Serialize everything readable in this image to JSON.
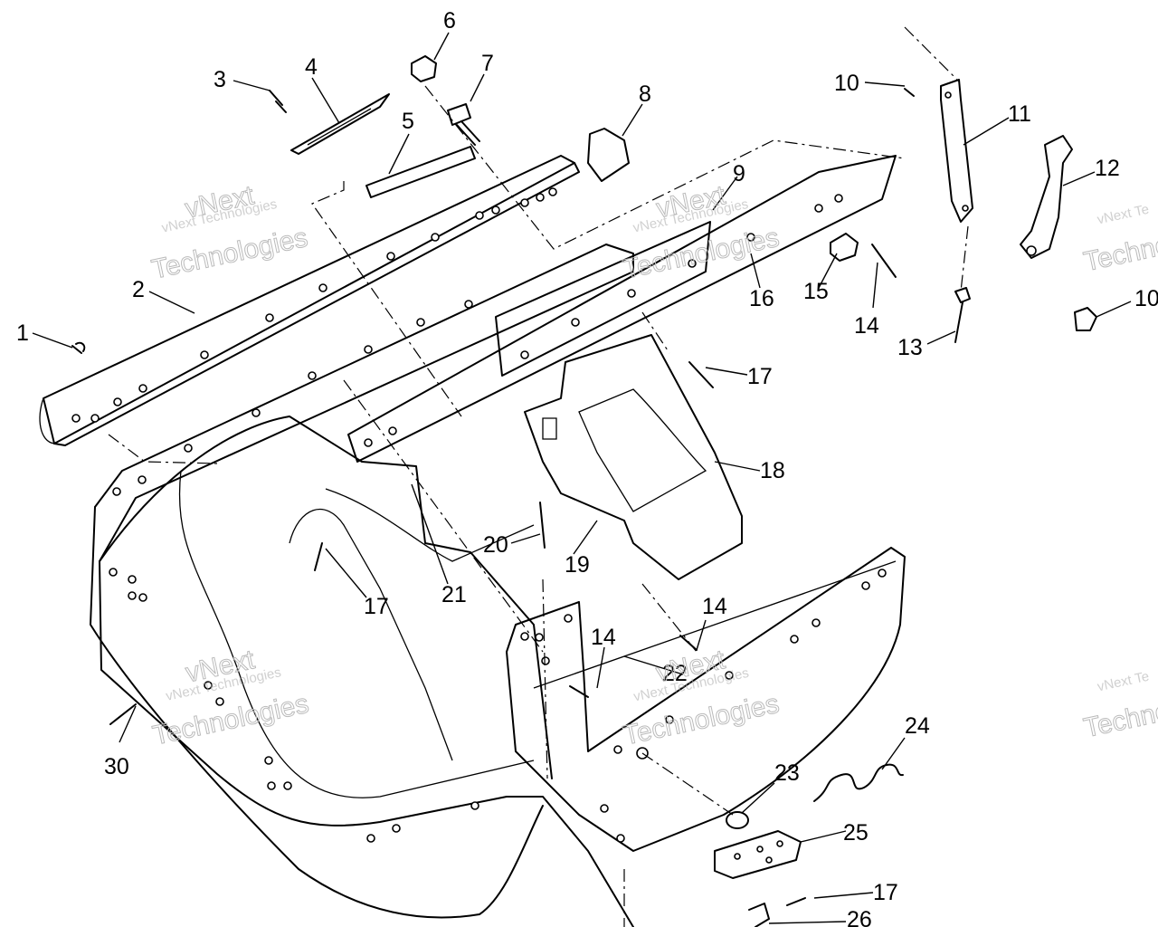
{
  "watermark": {
    "brand_line": "vNext Technologies",
    "word1": "vNext",
    "word2": "Technologies",
    "partial_line": "vNext Te",
    "partial_word": "Techno"
  },
  "callouts": [
    {
      "id": "c1",
      "label": "1"
    },
    {
      "id": "c2",
      "label": "2"
    },
    {
      "id": "c3",
      "label": "3"
    },
    {
      "id": "c4",
      "label": "4"
    },
    {
      "id": "c5",
      "label": "5"
    },
    {
      "id": "c6",
      "label": "6"
    },
    {
      "id": "c7",
      "label": "7"
    },
    {
      "id": "c8",
      "label": "8"
    },
    {
      "id": "c9",
      "label": "9"
    },
    {
      "id": "c10a",
      "label": "10"
    },
    {
      "id": "c10b",
      "label": "10"
    },
    {
      "id": "c11",
      "label": "11"
    },
    {
      "id": "c12",
      "label": "12"
    },
    {
      "id": "c13",
      "label": "13"
    },
    {
      "id": "c14a",
      "label": "14"
    },
    {
      "id": "c14b",
      "label": "14"
    },
    {
      "id": "c14c",
      "label": "14"
    },
    {
      "id": "c15",
      "label": "15"
    },
    {
      "id": "c16",
      "label": "16"
    },
    {
      "id": "c17a",
      "label": "17"
    },
    {
      "id": "c17b",
      "label": "17"
    },
    {
      "id": "c17c",
      "label": "17"
    },
    {
      "id": "c18",
      "label": "18"
    },
    {
      "id": "c19",
      "label": "19"
    },
    {
      "id": "c20",
      "label": "20"
    },
    {
      "id": "c21",
      "label": "21"
    },
    {
      "id": "c22",
      "label": "22"
    },
    {
      "id": "c23",
      "label": "23"
    },
    {
      "id": "c24",
      "label": "24"
    },
    {
      "id": "c25",
      "label": "25"
    },
    {
      "id": "c26",
      "label": "26"
    },
    {
      "id": "c30",
      "label": "30"
    }
  ]
}
